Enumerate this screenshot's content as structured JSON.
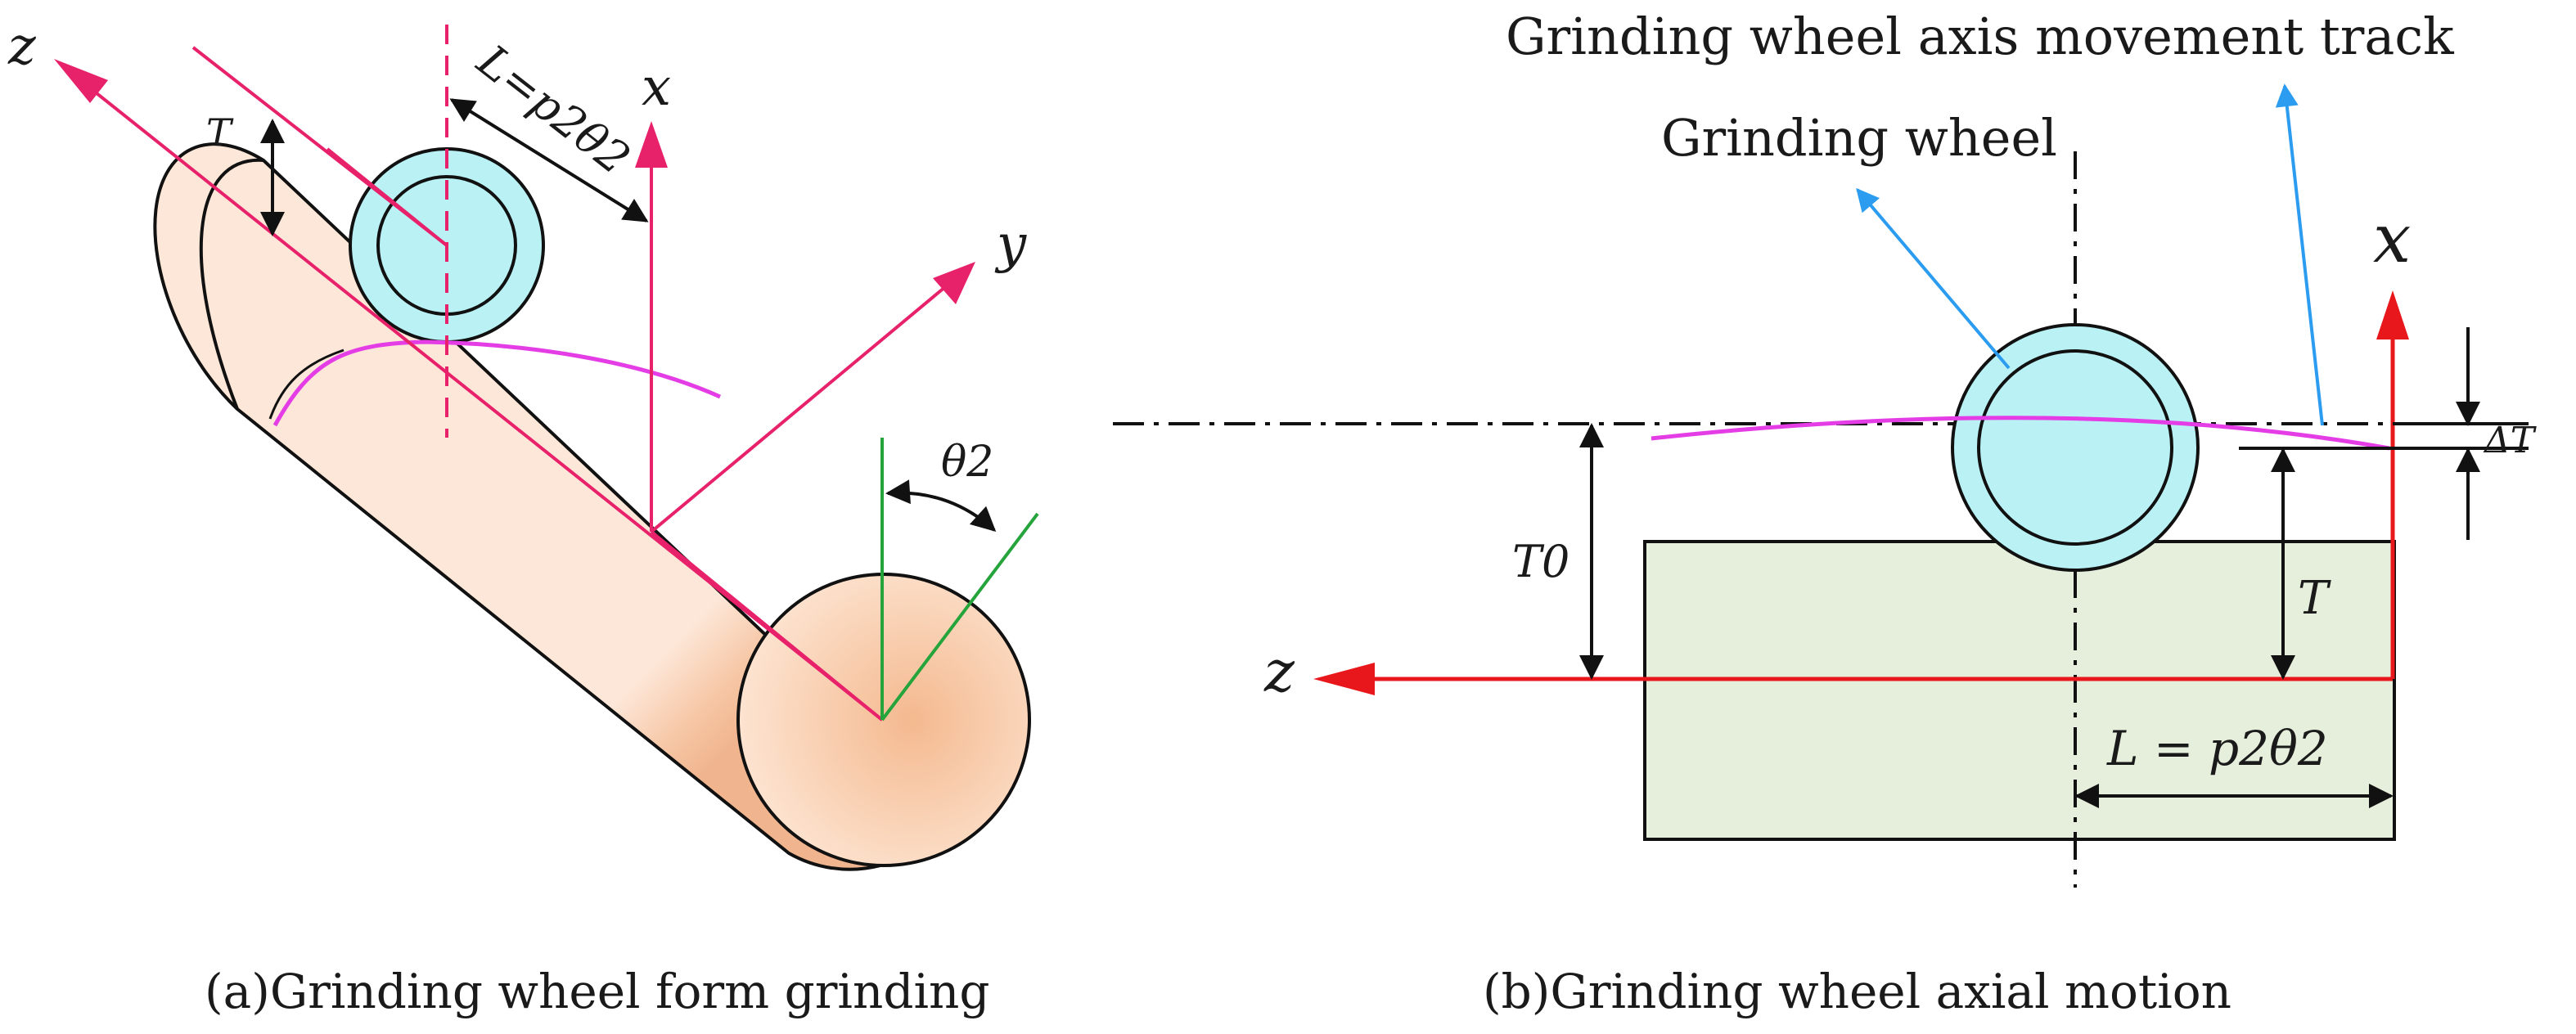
{
  "panel_a": {
    "caption": "(a)Grinding wheel form grinding",
    "axis_z": "z",
    "axis_x": "x",
    "axis_y": "y",
    "label_T": "T",
    "label_L": "L=p2θ2",
    "label_theta": "θ2"
  },
  "panel_b": {
    "caption": "(b)Grinding wheel axial motion",
    "track_label": "Grinding wheel axis movement track",
    "wheel_label": "Grinding wheel",
    "axis_x": "x",
    "axis_z": "z",
    "label_T0": "T0",
    "label_T": "T",
    "label_dT": "ΔT",
    "label_L": "L = p2θ2"
  },
  "colors": {
    "cylinder": "#f7c9a8",
    "wheel": "#b9f1f5",
    "workpiece": "#e6efdc",
    "axis_a": "#e8216b",
    "axis_b": "#e8171b",
    "track": "#e43de6",
    "pointer": "#2b9cf0",
    "green": "#24a43a"
  }
}
